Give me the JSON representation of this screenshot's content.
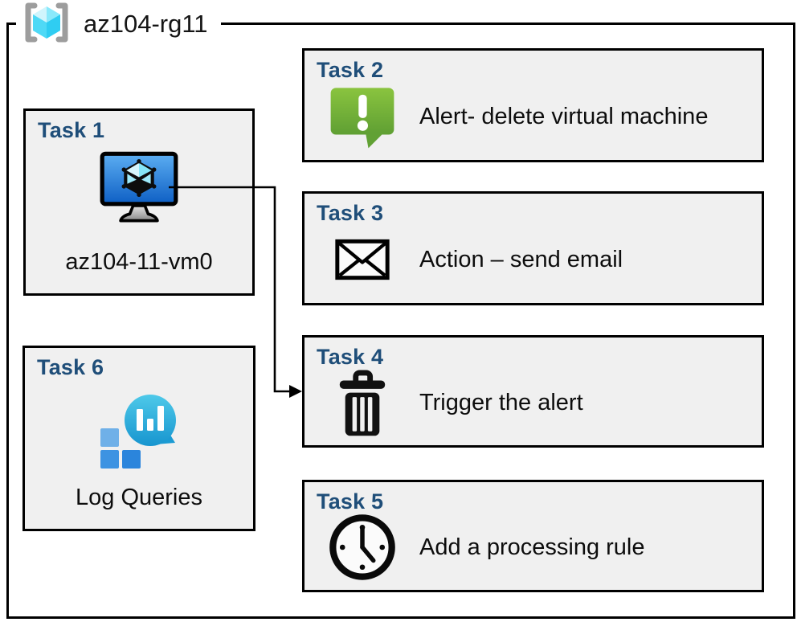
{
  "resource_group": {
    "name": "az104-rg11",
    "icon": "resource-group-icon"
  },
  "tasks": [
    {
      "title": "Task 1",
      "label": "az104-11-vm0",
      "icon": "virtual-machine-icon",
      "layout": "vertical"
    },
    {
      "title": "Task 2",
      "label": "Alert- delete virtual machine",
      "icon": "alert-message-icon",
      "layout": "horizontal"
    },
    {
      "title": "Task 3",
      "label": "Action – send email",
      "icon": "email-envelope-icon",
      "layout": "horizontal"
    },
    {
      "title": "Task 4",
      "label": "Trigger the alert",
      "icon": "trash-delete-icon",
      "layout": "horizontal"
    },
    {
      "title": "Task 5",
      "label": "Add a processing rule",
      "icon": "clock-icon",
      "layout": "horizontal"
    },
    {
      "title": "Task 6",
      "label": "Log Queries",
      "icon": "log-analytics-icon",
      "layout": "vertical"
    }
  ],
  "connector": {
    "from": "task-1-virtual-machine",
    "to": "task-4",
    "style": "elbow-arrow"
  },
  "colors": {
    "task_header_text": "#1f4e79",
    "box_background": "#f0f0f0",
    "border": "#000000",
    "alert_green_top": "#85c23e",
    "alert_green_bottom": "#5f9f33",
    "vm_screen_top": "#5caef2",
    "vm_screen_bottom": "#0e5fc4",
    "cube_cyan": "#50d7f2",
    "bracket_gray": "#9d9d9d",
    "log_balloon_top": "#4ec9e9",
    "log_balloon_bottom": "#1795cf",
    "log_square_light": "#6fb0e8",
    "log_square_mid": "#3d93e2",
    "log_square_dark": "#2b85dc"
  }
}
